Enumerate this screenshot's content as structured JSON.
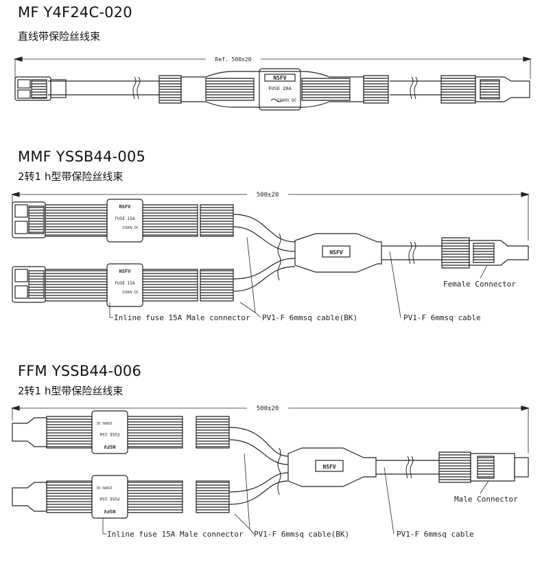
{
  "sections": [
    {
      "title": "MF Y4F24C-020",
      "subtitle": "直线带保险丝线束",
      "dimension": "Ref. 500±20",
      "fuse_brand": "NSFV",
      "fuse_rating": "FUSE 20A",
      "fuse_voltage": "1500V DC"
    },
    {
      "title": "MMF YSSB44-005",
      "subtitle": "2转1 h型带保险丝线束",
      "dimension": "500±20",
      "fuse_brand": "NSFV",
      "fuse_rating": "FUSE 15A",
      "fuse_voltage": "1500V DC",
      "hub_brand": "NSFV",
      "label_fuse": "Inline fuse 15A Male connector",
      "label_cable_bk": "PV1-F 6mmsq cable(BK)",
      "label_cable": "PV1-F 6mmsq cable",
      "label_end": "Female Connector"
    },
    {
      "title": "FFM YSSB44-006",
      "subtitle": "2转1 h型带保险丝线束",
      "dimension": "500±20",
      "fuse_brand": "NSFV",
      "fuse_rating": "FUSE 15A",
      "fuse_voltage": "1500V DC",
      "hub_brand": "NSFV",
      "label_fuse": "Inline fuse 15A Male connector",
      "label_cable_bk": "PV1-F 6mmsq cable(BK)",
      "label_cable": "PV1-F 6mmsq cable",
      "label_end": "Male Connector"
    }
  ]
}
